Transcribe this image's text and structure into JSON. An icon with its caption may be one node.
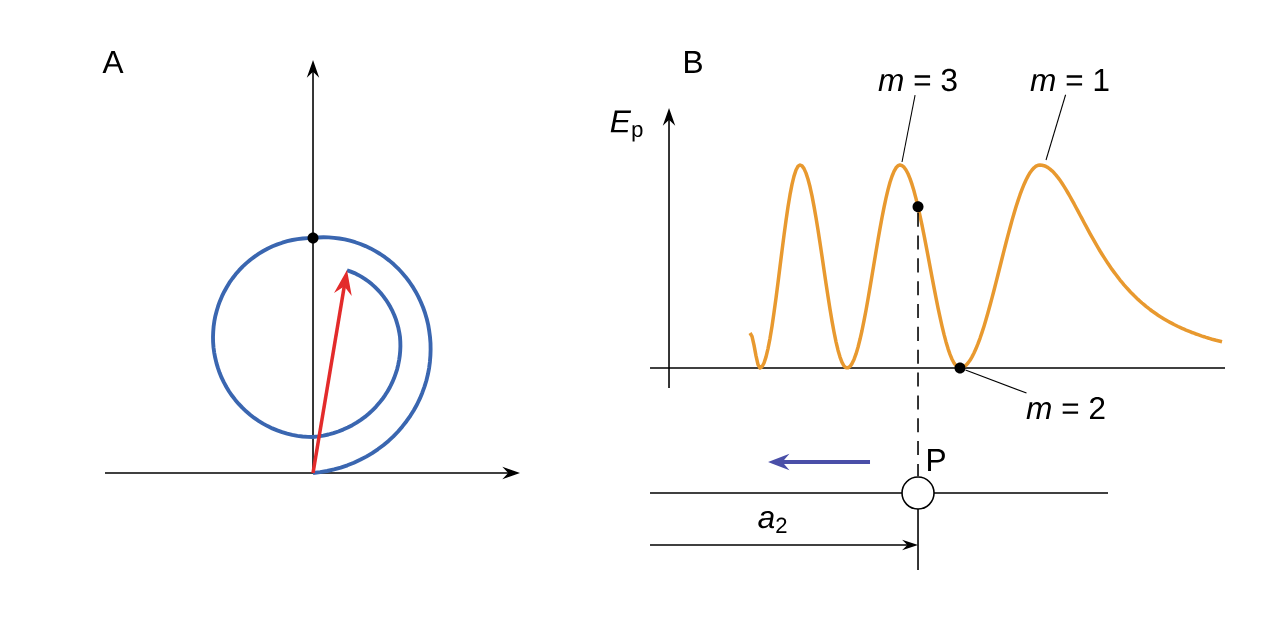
{
  "diagram": {
    "nodes": [
      {
        "text": [
          "*m* = 3"
        ]
      },
      {
        "text": [
          "*m* = 1"
        ]
      },
      {
        "text": [],
        "shape": "circle",
        "in": 6
      },
      {
        "text": [],
        "shape": "circle",
        "in": 6
      },
      {
        "text": [
          "*m* = 2"
        ]
      },
      {
        "text": [],
        "shape": "circle",
        "beside": [
          "P"
        ]
      },
      {
        "text": [],
        "shape": "curve"
      }
    ],
    "edges": [
      {
        "from": 0,
        "to": 6,
        "arrow": "none"
      },
      {
        "from": 1,
        "to": 6,
        "arrow": "none"
      },
      {
        "from": 4,
        "to": 3,
        "arrow": "none"
      },
      {
        "from": 2,
        "to": 5,
        "arrow": "none",
        "style": "dashed"
      }
    ],
    "labels": [
      "A",
      "B",
      "*E*$_{p}$",
      "*a*$_{2}$"
    ]
  }
}
